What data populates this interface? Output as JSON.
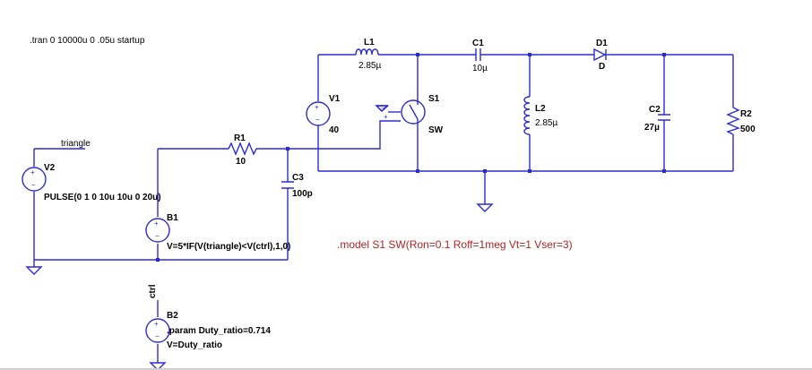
{
  "directive": ".tran 0 10000u 0 .05u startup",
  "model_line": ".model S1 SW(Ron=0.1 Roff=1meg Vt=1 Vser=3)",
  "net_labels": {
    "triangle": "triangle",
    "ctrl": "ctrl"
  },
  "components": {
    "L1": {
      "name": "L1",
      "value": "2.85µ"
    },
    "C1": {
      "name": "C1",
      "value": "10µ"
    },
    "D1": {
      "name": "D1",
      "value": "D"
    },
    "V1": {
      "name": "V1",
      "value": "40"
    },
    "S1": {
      "name": "S1",
      "value": "SW"
    },
    "L2": {
      "name": "L2",
      "value": "2.85µ"
    },
    "C2": {
      "name": "C2",
      "value": "27µ"
    },
    "R2": {
      "name": "R2",
      "value": "500"
    },
    "R1": {
      "name": "R1",
      "value": "10"
    },
    "C3": {
      "name": "C3",
      "value": "100p"
    },
    "V2": {
      "name": "V2",
      "value": "PULSE(0 1 0 10u 10u 0 20u)"
    },
    "B1": {
      "name": "B1",
      "value": "V=5*IF(V(triangle)<V(ctrl),1,0)"
    },
    "B2": {
      "name": "B2",
      "param": ".param Duty_ratio=0.714",
      "value": "V=Duty_ratio"
    }
  },
  "colors": {
    "wire": "#2b2bd6",
    "text": "#000000",
    "model": "#b22222"
  }
}
